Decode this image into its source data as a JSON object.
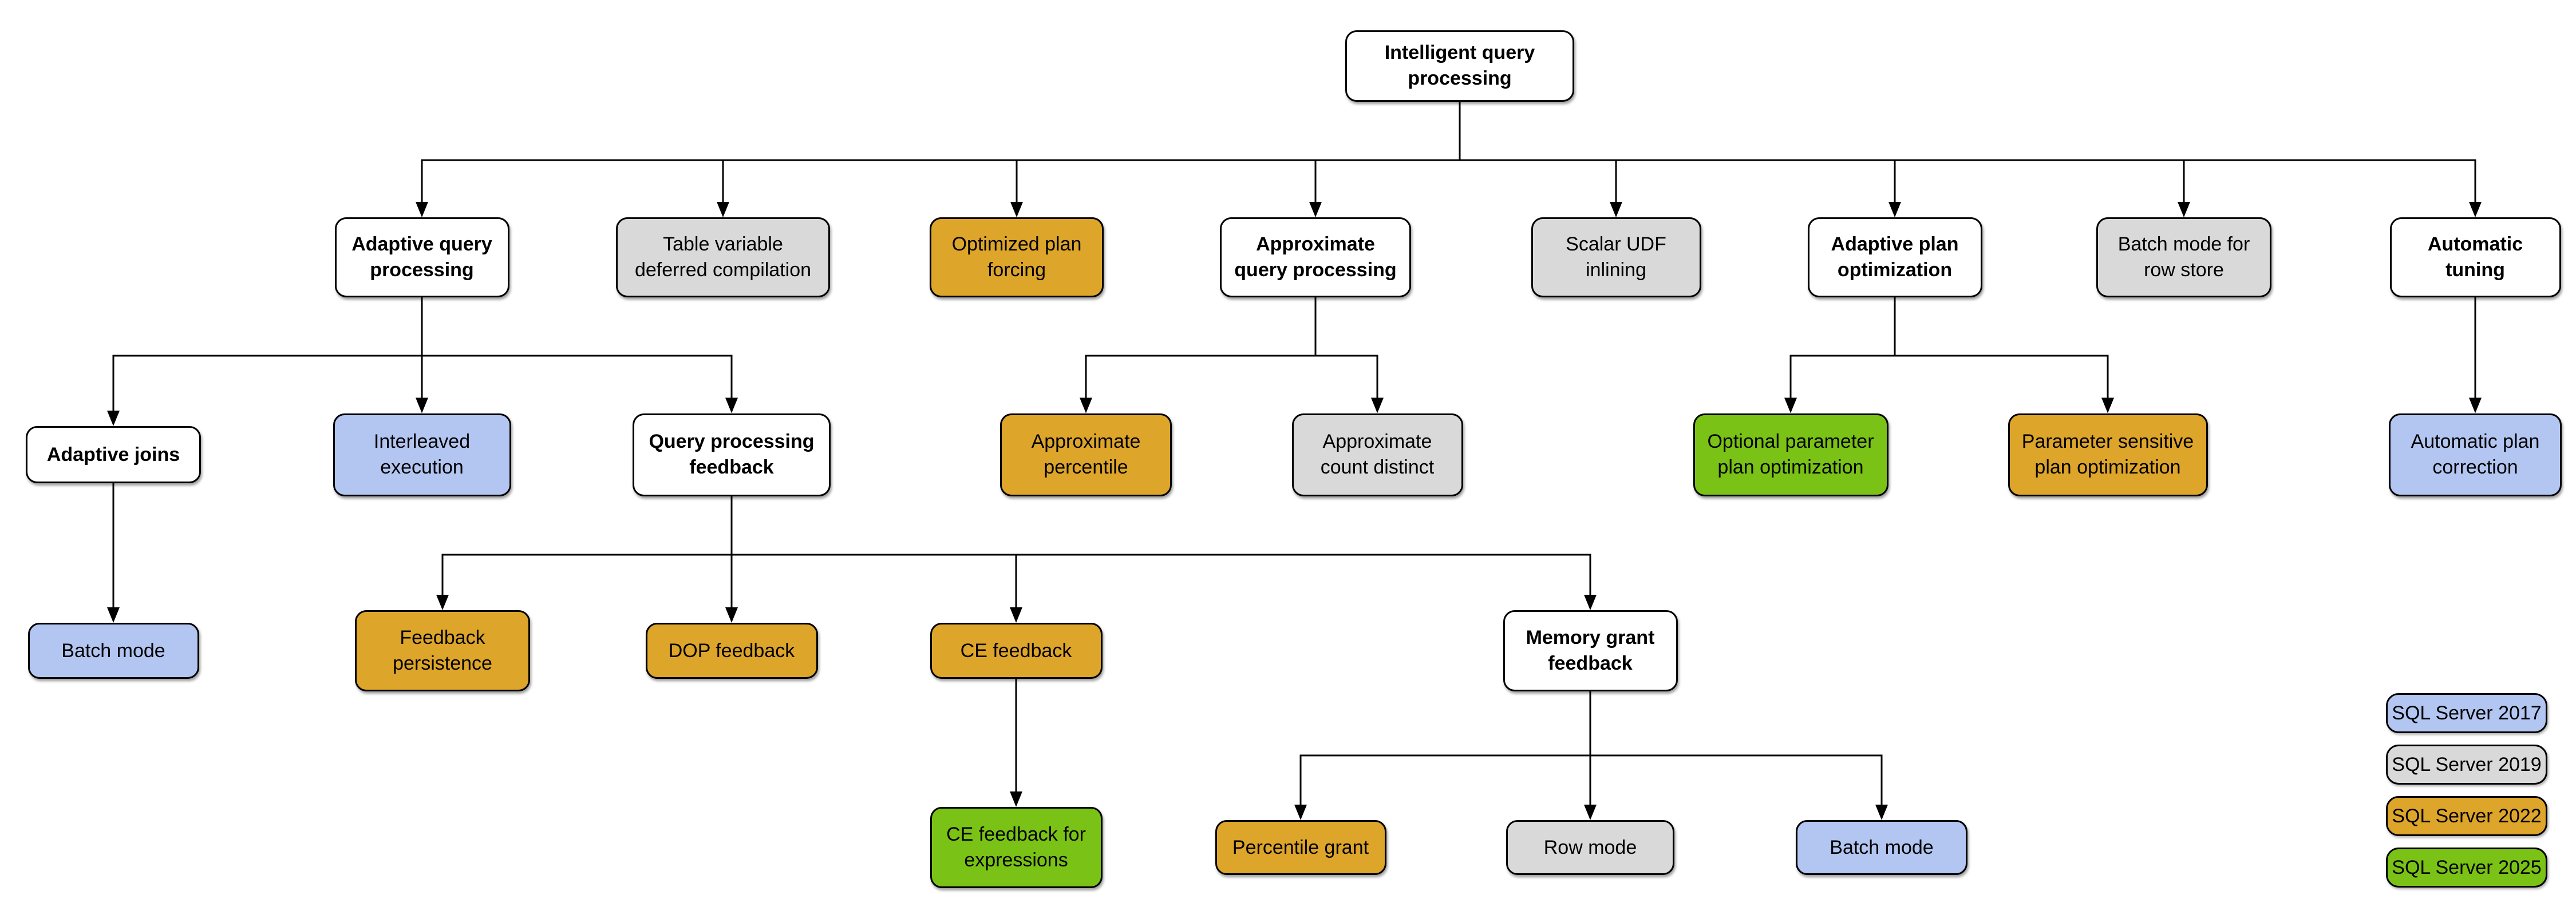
{
  "palette": {
    "sql2017": "#B3C6F2",
    "sql2019": "#D9D9D9",
    "sql2022": "#DEA52B",
    "sql2025": "#7AC316",
    "unversioned": "#FFFFFF"
  },
  "nodes": [
    {
      "id": "root",
      "label": "Intelligent query\nprocessing",
      "version": "unversioned"
    },
    {
      "id": "aqp",
      "label": "Adaptive query\nprocessing",
      "version": "unversioned"
    },
    {
      "id": "tvdc",
      "label": "Table variable\ndeferred compilation",
      "version": "sql2019"
    },
    {
      "id": "opf",
      "label": "Optimized plan\nforcing",
      "version": "sql2022"
    },
    {
      "id": "aqproc",
      "label": "Approximate\nquery processing",
      "version": "unversioned"
    },
    {
      "id": "sudf",
      "label": "Scalar UDF\ninlining",
      "version": "sql2019"
    },
    {
      "id": "apo",
      "label": "Adaptive plan\noptimization",
      "version": "unversioned"
    },
    {
      "id": "bmrs",
      "label": "Batch mode for\nrow store",
      "version": "sql2019"
    },
    {
      "id": "at",
      "label": "Automatic\ntuning",
      "version": "unversioned"
    },
    {
      "id": "aj",
      "label": "Adaptive joins",
      "version": "unversioned"
    },
    {
      "id": "ie",
      "label": "Interleaved\nexecution",
      "version": "sql2017"
    },
    {
      "id": "qpf",
      "label": "Query processing\nfeedback",
      "version": "unversioned"
    },
    {
      "id": "apct",
      "label": "Approximate\npercentile",
      "version": "sql2022"
    },
    {
      "id": "acd",
      "label": "Approximate\ncount distinct",
      "version": "sql2019"
    },
    {
      "id": "oppo",
      "label": "Optional parameter\nplan optimization",
      "version": "sql2025"
    },
    {
      "id": "pspo",
      "label": "Parameter sensitive\nplan optimization",
      "version": "sql2022"
    },
    {
      "id": "apc",
      "label": "Automatic plan\ncorrection",
      "version": "sql2017"
    },
    {
      "id": "bm1",
      "label": "Batch mode",
      "version": "sql2017"
    },
    {
      "id": "fp",
      "label": "Feedback\npersistence",
      "version": "sql2022"
    },
    {
      "id": "dop",
      "label": "DOP feedback",
      "version": "sql2022"
    },
    {
      "id": "cef",
      "label": "CE feedback",
      "version": "sql2022"
    },
    {
      "id": "mgf",
      "label": "Memory grant\nfeedback",
      "version": "unversioned"
    },
    {
      "id": "cefe",
      "label": "CE feedback for\nexpressions",
      "version": "sql2025"
    },
    {
      "id": "pg",
      "label": "Percentile grant",
      "version": "sql2022"
    },
    {
      "id": "rm",
      "label": "Row mode",
      "version": "sql2019"
    },
    {
      "id": "bm2",
      "label": "Batch mode",
      "version": "sql2017"
    }
  ],
  "legend": [
    {
      "label": "SQL Server 2017",
      "version": "sql2017"
    },
    {
      "label": "SQL Server 2019",
      "version": "sql2019"
    },
    {
      "label": "SQL Server 2022",
      "version": "sql2022"
    },
    {
      "label": "SQL Server 2025",
      "version": "sql2025"
    }
  ]
}
